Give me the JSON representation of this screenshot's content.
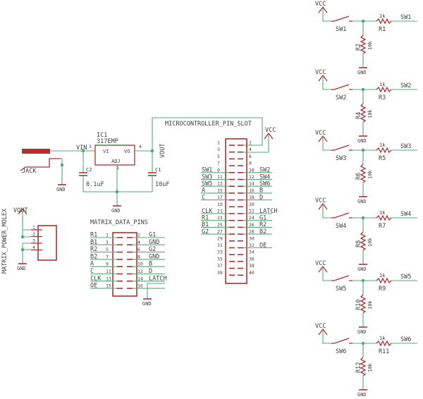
{
  "regulator": {
    "name": "IC1",
    "part": "317EMP",
    "vi": "VI",
    "vo": "VO",
    "adj": "ADJ",
    "pin_vi": "3",
    "pin_vo": "4",
    "pin_adj": "1",
    "net_vin": "VIN",
    "net_vout": "VOUT",
    "c2_name": "C2",
    "c2_value": "0.1uF",
    "c1_name": "C1",
    "c1_value": "10uF",
    "jack": "JACK",
    "gnd1": "GND",
    "gnd2": "GND"
  },
  "molex": {
    "title": "MATRIX_POWER_MOLEX",
    "vout": "VOUT",
    "gnd": "GND",
    "pins": [
      "1",
      "2",
      "3",
      "4"
    ]
  },
  "data_pins": {
    "title": "MATRIX_DATA_PINS",
    "gnd": "GND",
    "rows": [
      {
        "ln": "1",
        "rn": "2",
        "left": "R1",
        "right": "G1"
      },
      {
        "ln": "3",
        "rn": "4",
        "left": "B1",
        "right": "GND"
      },
      {
        "ln": "5",
        "rn": "6",
        "left": "R2",
        "right": "G2"
      },
      {
        "ln": "7",
        "rn": "8",
        "left": "B2",
        "right": "GND"
      },
      {
        "ln": "9",
        "rn": "10",
        "left": "A",
        "right": "B"
      },
      {
        "ln": "11",
        "rn": "12",
        "left": "C",
        "right": "D"
      },
      {
        "ln": "13",
        "rn": "14",
        "left": "CLK",
        "right": "LATCH"
      },
      {
        "ln": "15",
        "rn": "16",
        "left": "OE",
        "right": ""
      }
    ]
  },
  "mcu_slot": {
    "title": "MICROCONTROLLER_PIN_SLOT",
    "vcc": "VCC",
    "rows": [
      {
        "ln": "1",
        "rn": "2",
        "left": "",
        "right": ""
      },
      {
        "ln": "3",
        "rn": "4",
        "left": "",
        "right": ""
      },
      {
        "ln": "5",
        "rn": "6",
        "left": "",
        "right": ""
      },
      {
        "ln": "7",
        "rn": "8",
        "left": "",
        "right": ""
      },
      {
        "ln": "9",
        "rn": "10",
        "left": "SW1",
        "right": "SW2"
      },
      {
        "ln": "11",
        "rn": "12",
        "left": "SW3",
        "right": "SW4"
      },
      {
        "ln": "13",
        "rn": "14",
        "left": "SW5",
        "right": "SW6"
      },
      {
        "ln": "15",
        "rn": "16",
        "left": "A",
        "right": "B"
      },
      {
        "ln": "17",
        "rn": "18",
        "left": "C",
        "right": "D"
      },
      {
        "ln": "19",
        "rn": "20",
        "left": "",
        "right": ""
      },
      {
        "ln": "21",
        "rn": "22",
        "left": "CLK",
        "right": "LATCH"
      },
      {
        "ln": "23",
        "rn": "24",
        "left": "R1",
        "right": "G1"
      },
      {
        "ln": "25",
        "rn": "26",
        "left": "B1",
        "right": "R2"
      },
      {
        "ln": "27",
        "rn": "28",
        "left": "G2",
        "right": "B2"
      },
      {
        "ln": "29",
        "rn": "30",
        "left": "",
        "right": ""
      },
      {
        "ln": "31",
        "rn": "32",
        "left": "",
        "right": "OE"
      },
      {
        "ln": "33",
        "rn": "34",
        "left": "",
        "right": ""
      },
      {
        "ln": "35",
        "rn": "36",
        "left": "",
        "right": ""
      },
      {
        "ln": "37",
        "rn": "38",
        "left": "",
        "right": ""
      },
      {
        "ln": "39",
        "rn": "40",
        "left": "",
        "right": ""
      }
    ]
  },
  "switch_circuits": [
    {
      "vcc": "VCC",
      "sw": "SW1",
      "r_top": "R1",
      "r_top_val": "1k",
      "r_bot": "R2",
      "r_bot_val": "10k",
      "net": "SW1",
      "gnd": "GND"
    },
    {
      "vcc": "VCC",
      "sw": "SW2",
      "r_top": "R3",
      "r_top_val": "1k",
      "r_bot": "R4",
      "r_bot_val": "10k",
      "net": "SW2",
      "gnd": "GND"
    },
    {
      "vcc": "VCC",
      "sw": "SW3",
      "r_top": "R5",
      "r_top_val": "1k",
      "r_bot": "R6",
      "r_bot_val": "10k",
      "net": "SW3",
      "gnd": "GND"
    },
    {
      "vcc": "VCC",
      "sw": "SW4",
      "r_top": "R7",
      "r_top_val": "1k",
      "r_bot": "R8",
      "r_bot_val": "10k",
      "net": "SW4",
      "gnd": "GND"
    },
    {
      "vcc": "VCC",
      "sw": "SW5",
      "r_top": "R9",
      "r_top_val": "1k",
      "r_bot": "R10",
      "r_bot_val": "10k",
      "net": "SW5",
      "gnd": "GND"
    },
    {
      "vcc": "VCC",
      "sw": "SW6",
      "r_top": "R11",
      "r_top_val": "1k",
      "r_bot": "R12",
      "r_bot_val": "10k",
      "net": "SW6",
      "gnd": "GND"
    }
  ],
  "colors": {
    "wire": "#55aa77",
    "part": "#b03030",
    "text": "#404040"
  }
}
